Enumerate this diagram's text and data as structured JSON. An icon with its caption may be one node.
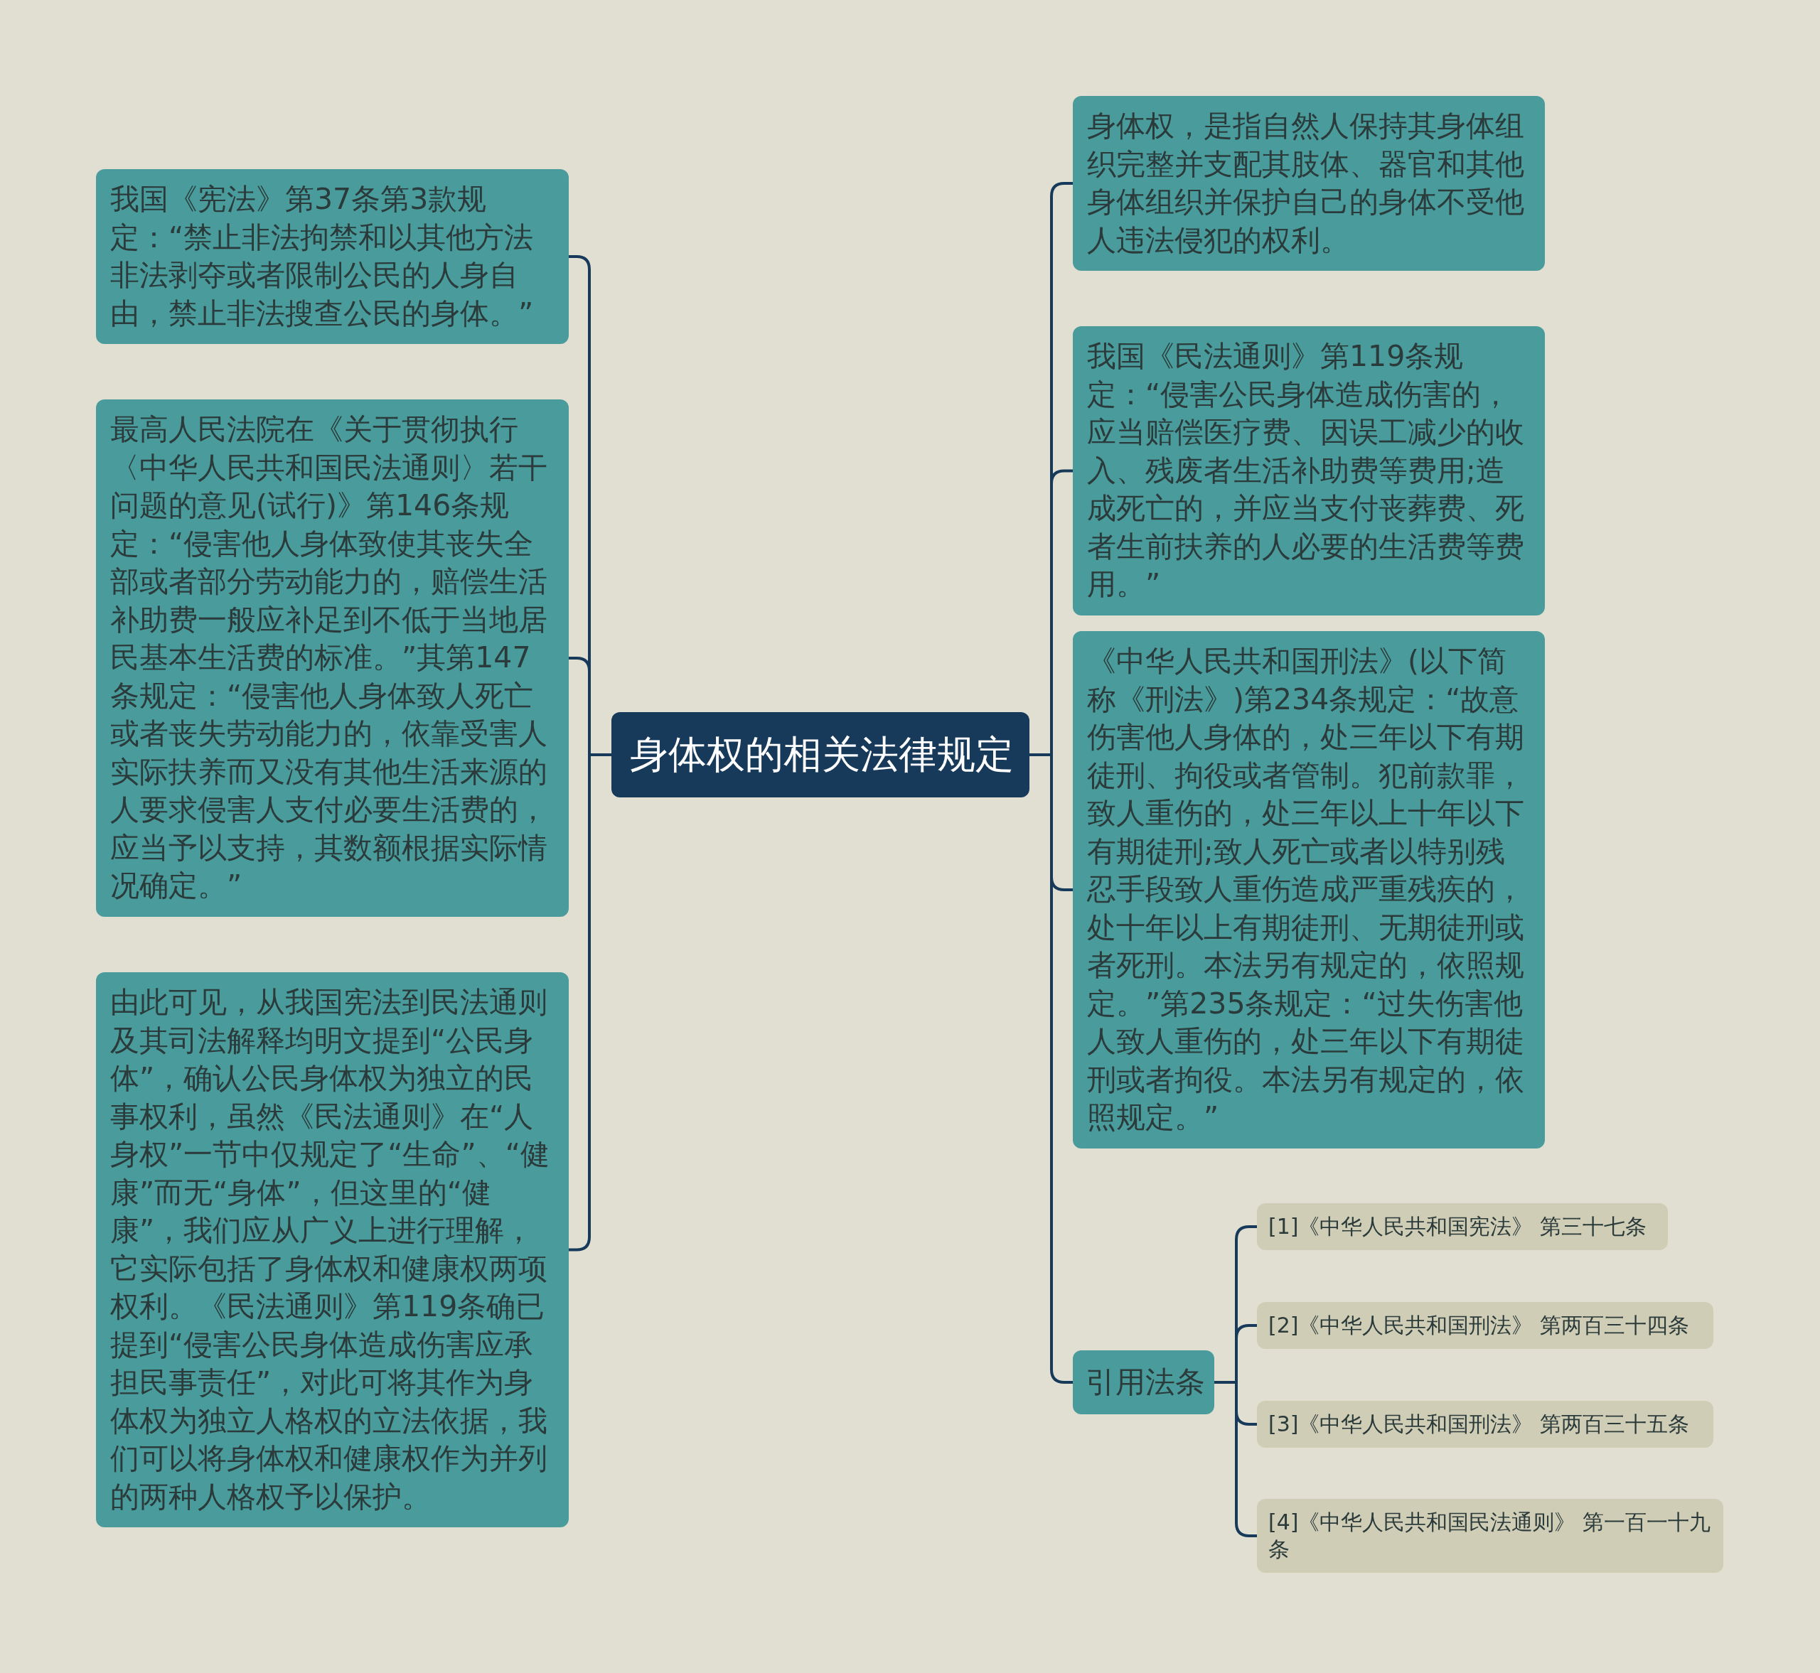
{
  "diagram": {
    "nodes": [
      {
        "text": [
          "身体权的相关法律规定"
        ]
      },
      {
        "text": [
          "我国《宪法》第37条第3款规定：“禁止非法拘禁和以其他方法非法剥夺或者限制公民的人身自由，禁止非法搜查公民的身体。”"
        ]
      },
      {
        "text": [
          "最高人民法院在《关于贯彻执行〈中华人民共和国民法通则〉若干问题的意见(试行)》第146条规定：“侵害他人身体致使其丧失全部或者部分劳动能力的，赔偿生活补助费一般应补足到不低于当地居民基本生活费的标准。”其第147条规定：“侵害他人身体致人死亡或者丧失劳动能力的，依靠受害人实际扶养而又没有其他生活来源的人要求侵害人支付必要生活费的，应当予以支持，其数额根据实际情况确定。”"
        ]
      },
      {
        "text": [
          "由此可见，从我国宪法到民法通则及其司法解释均明文提到“公民身体”，确认公民身体权为独立的民事权利，虽然《民法通则》在“人身权”一节中仅规定了“生命”、“健康”而无“身体”，但这里的“健康”，我们应从广义上进行理解，它实际包括了身体权和健康权两项权利。《民法通则》第119条确已提到“侵害公民身体造成伤害应承担民事责任”，对此可将其作为身体权为独立人格权的立法依据，我们可以将身体权和健康权作为并列的两种人格权予以保护。"
        ]
      },
      {
        "text": [
          "身体权，是指自然人保持其身体组织完整并支配其肢体、器官和其他身体组织并保护自己的身体不受他人违法侵犯的权利。"
        ]
      },
      {
        "text": [
          "我国《民法通则》第119条规定：“侵害公民身体造成伤害的，应当赔偿医疗费、因误工减少的收入、残废者生活补助费等费用;造成死亡的，并应当支付丧葬费、死者生前扶养的人必要的生活费等费用。”"
        ]
      },
      {
        "text": [
          "《中华人民共和国刑法》(以下简称《刑法》)第234条规定：“故意伤害他人身体的，处三年以下有期徒刑、拘役或者管制。犯前款罪，致人重伤的，处三年以上十年以下有期徒刑;致人死亡或者以特别残忍手段致人重伤造成严重残疾的，处十年以上有期徒刑、无期徒刑或者死刑。本法另有规定的，依照规定。”第235条规定：“过失伤害他人致人重伤的，处三年以下有期徒刑或者拘役。本法另有规定的，依照规定。”"
        ]
      },
      {
        "text": [
          "引用法条"
        ]
      },
      {
        "text": [
          "[1]《中华人民共和国宪法》 第三十七条"
        ]
      },
      {
        "text": [
          "[2]《中华人民共和国刑法》 第两百三十四条"
        ]
      },
      {
        "text": [
          "[3]《中华人民共和国刑法》 第两百三十五条"
        ]
      },
      {
        "text": [
          "[4]《中华人民共和国民法通则》 第一百一十九条"
        ]
      }
    ],
    "edges": [
      {
        "from": 0,
        "to": 1,
        "arrow": "none"
      },
      {
        "from": 0,
        "to": 2,
        "arrow": "none"
      },
      {
        "from": 0,
        "to": 3,
        "arrow": "none"
      },
      {
        "from": 0,
        "to": 4,
        "arrow": "none"
      },
      {
        "from": 0,
        "to": 5,
        "arrow": "none"
      },
      {
        "from": 0,
        "to": 6,
        "arrow": "none"
      },
      {
        "from": 0,
        "to": 7,
        "arrow": "none"
      },
      {
        "from": 7,
        "to": 8,
        "arrow": "none"
      },
      {
        "from": 7,
        "to": 9,
        "arrow": "none"
      },
      {
        "from": 7,
        "to": 10,
        "arrow": "none"
      },
      {
        "from": 7,
        "to": 11,
        "arrow": "none"
      }
    ]
  }
}
